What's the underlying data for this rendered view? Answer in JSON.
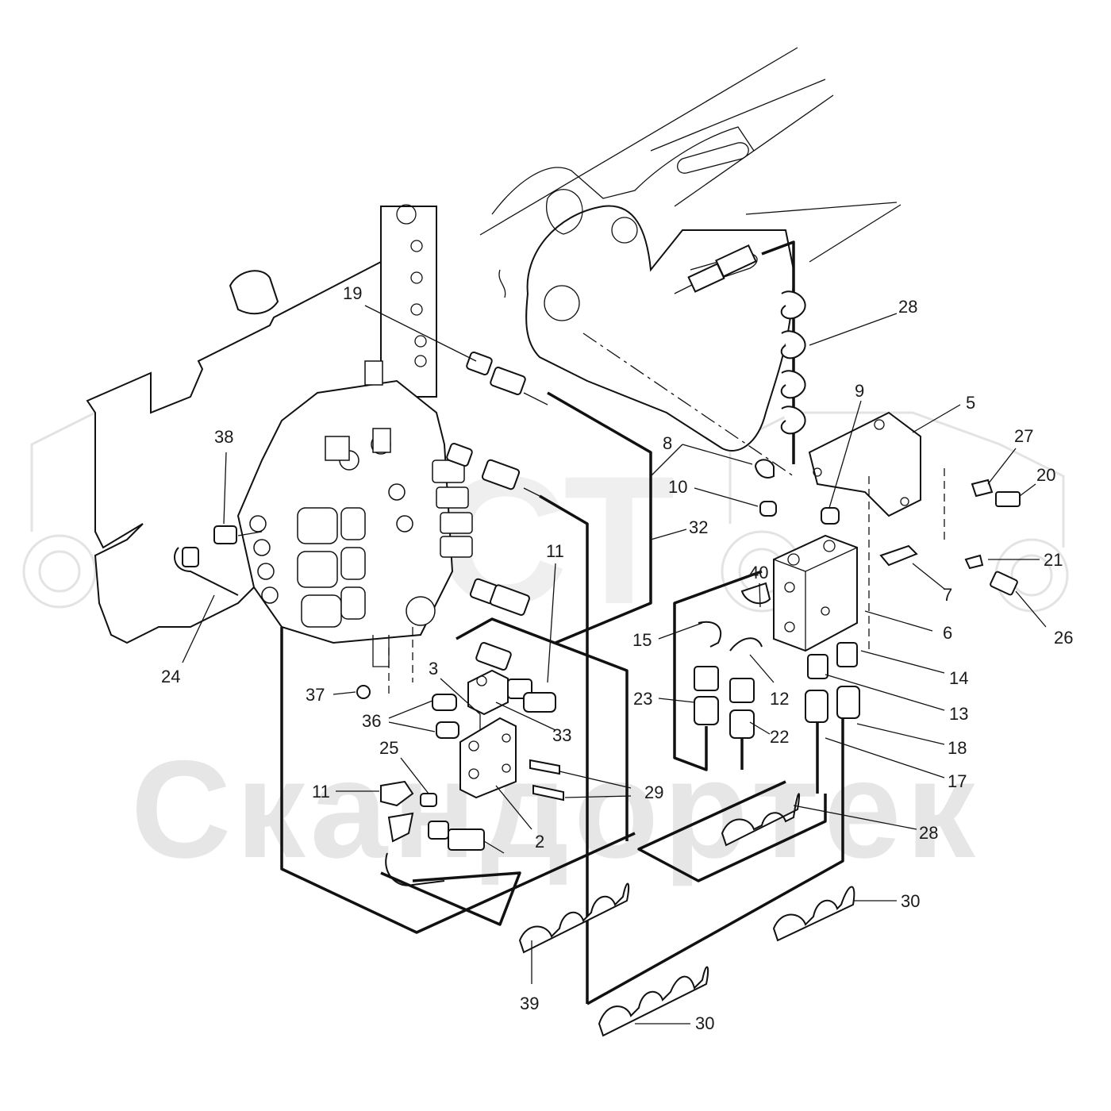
{
  "watermark": {
    "large_text": "Скандортек",
    "logo_letters": "СТ"
  },
  "callouts": [
    {
      "id": "c19",
      "label": "19"
    },
    {
      "id": "c28a",
      "label": "28"
    },
    {
      "id": "c9",
      "label": "9"
    },
    {
      "id": "c5",
      "label": "5"
    },
    {
      "id": "c27",
      "label": "27"
    },
    {
      "id": "c20",
      "label": "20"
    },
    {
      "id": "c8",
      "label": "8"
    },
    {
      "id": "c10",
      "label": "10"
    },
    {
      "id": "c38",
      "label": "38"
    },
    {
      "id": "c32",
      "label": "32"
    },
    {
      "id": "c11a",
      "label": "11"
    },
    {
      "id": "c40",
      "label": "40"
    },
    {
      "id": "c21",
      "label": "21"
    },
    {
      "id": "c7",
      "label": "7"
    },
    {
      "id": "c26",
      "label": "26"
    },
    {
      "id": "c15",
      "label": "15"
    },
    {
      "id": "c6",
      "label": "6"
    },
    {
      "id": "c24",
      "label": "24"
    },
    {
      "id": "c14",
      "label": "14"
    },
    {
      "id": "c3",
      "label": "3"
    },
    {
      "id": "c23",
      "label": "23"
    },
    {
      "id": "c12",
      "label": "12"
    },
    {
      "id": "c37",
      "label": "37"
    },
    {
      "id": "c13",
      "label": "13"
    },
    {
      "id": "c36",
      "label": "36"
    },
    {
      "id": "c33",
      "label": "33"
    },
    {
      "id": "c22",
      "label": "22"
    },
    {
      "id": "c18",
      "label": "18"
    },
    {
      "id": "c25",
      "label": "25"
    },
    {
      "id": "c17",
      "label": "17"
    },
    {
      "id": "c11b",
      "label": "11"
    },
    {
      "id": "c29",
      "label": "29"
    },
    {
      "id": "c28b",
      "label": "28"
    },
    {
      "id": "c2",
      "label": "2"
    },
    {
      "id": "c30a",
      "label": "30"
    },
    {
      "id": "c39",
      "label": "39"
    },
    {
      "id": "c30b",
      "label": "30"
    }
  ]
}
